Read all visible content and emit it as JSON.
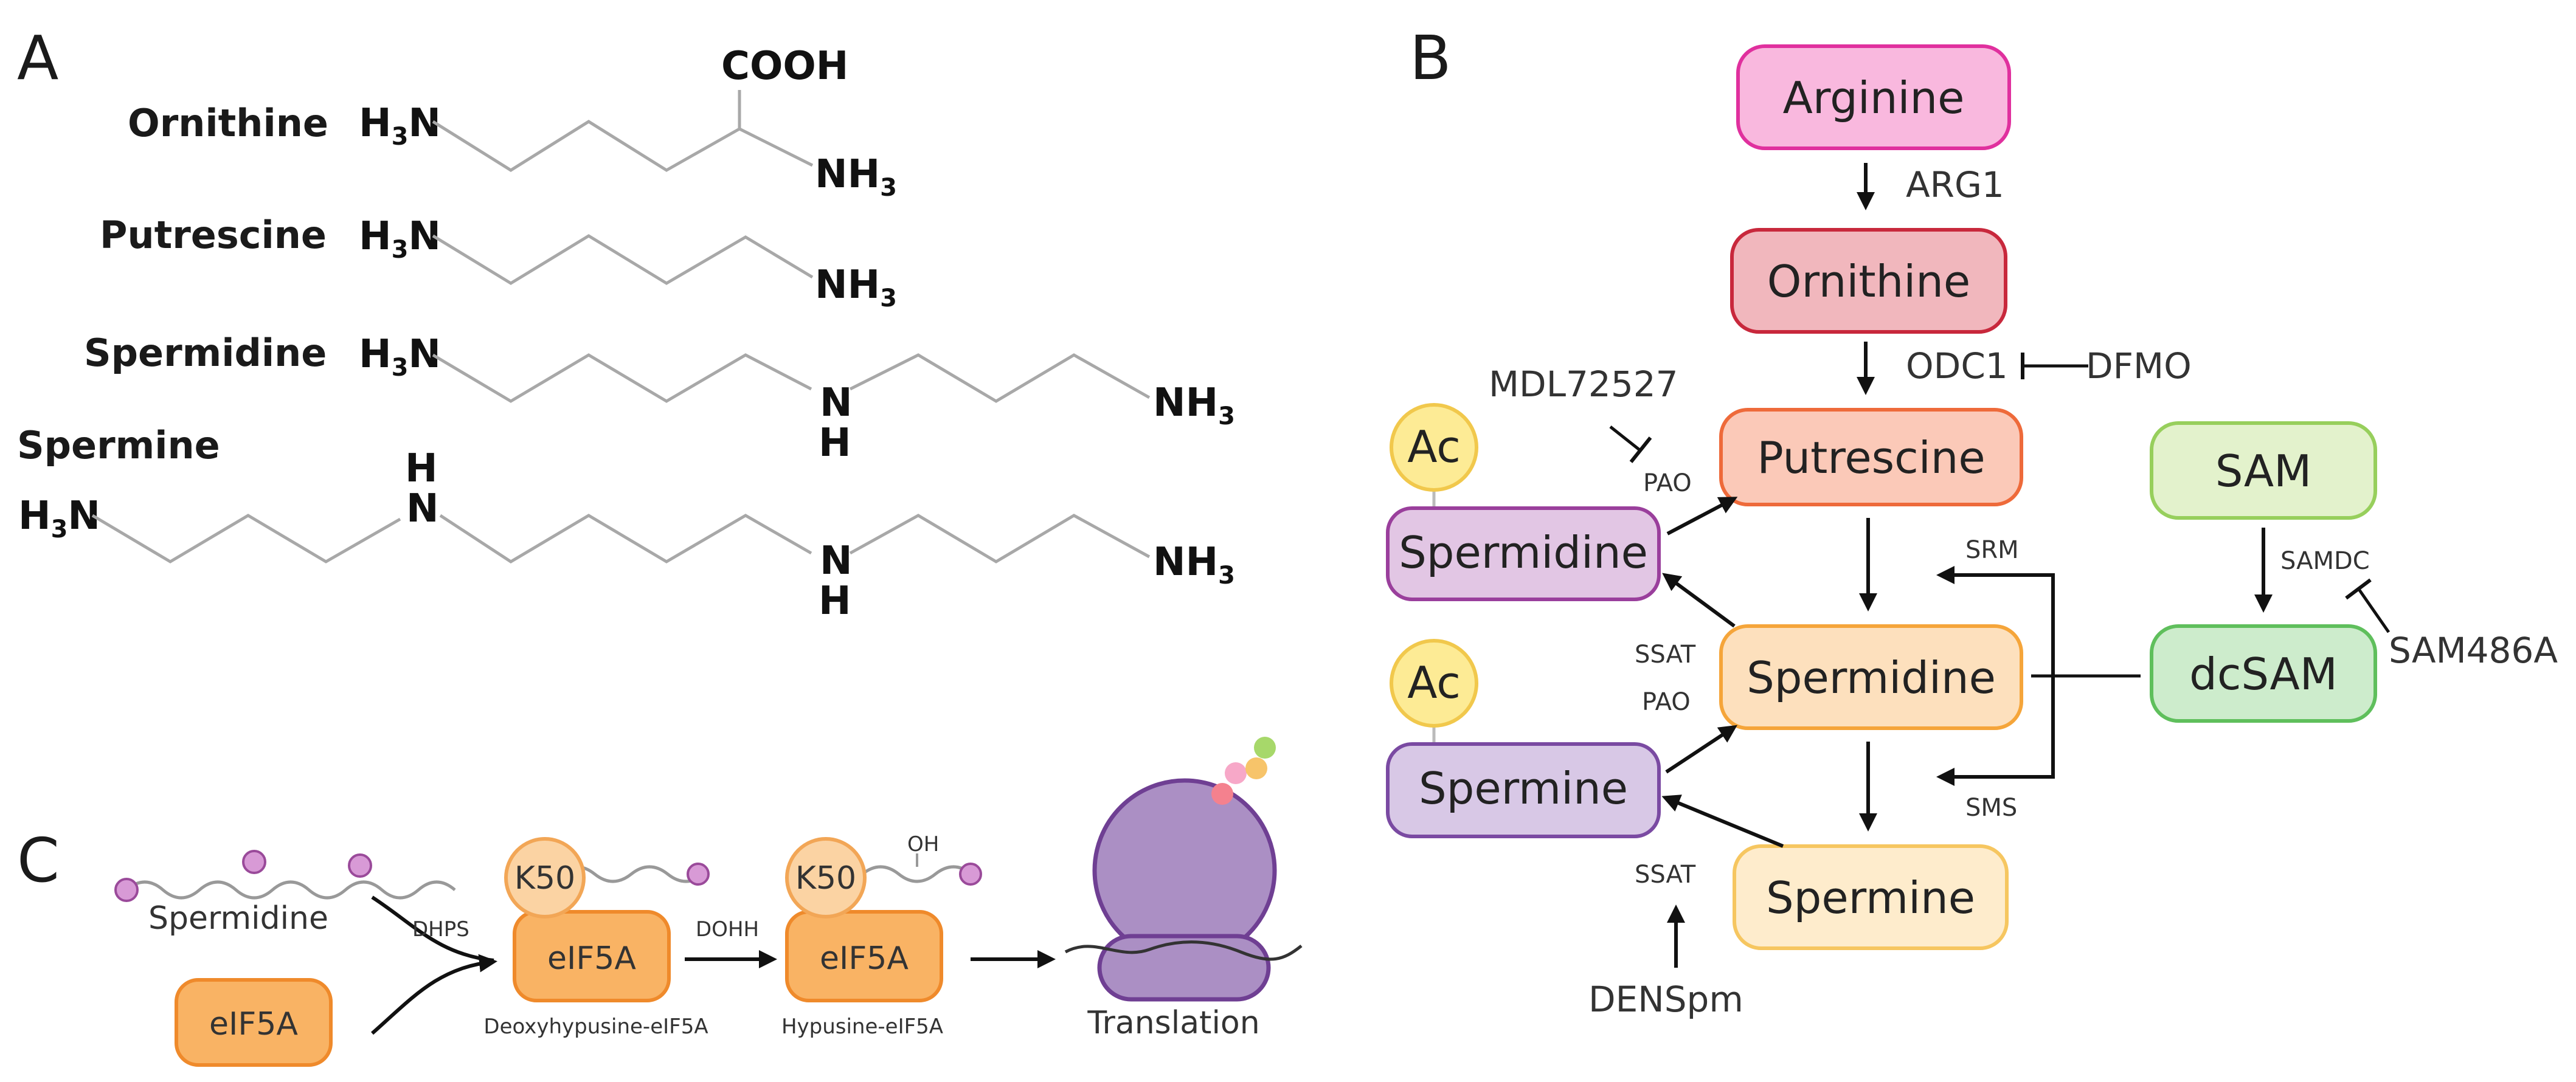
{
  "panel_labels": {
    "a": "A",
    "b": "B",
    "c": "C"
  },
  "panel_a": {
    "names": {
      "ornithine": "Ornithine",
      "putrescine": "Putrescine",
      "spermidine": "Spermidine",
      "spermine": "Spermine"
    },
    "atoms": {
      "amine_left": "H",
      "amine_right": "NH",
      "sub3": "3",
      "imine_n": "N",
      "imine_h": "H",
      "carboxyl": "COOH"
    }
  },
  "panel_b": {
    "nodes": {
      "arginine": "Arginine",
      "ornithine": "Ornithine",
      "putrescine": "Putrescine",
      "spermidine": "Spermidine",
      "spermine": "Spermine",
      "sam": "SAM",
      "dcsam": "dcSAM",
      "ac_spermidine": "Spermidine",
      "ac_spermine": "Spermine",
      "ac": "Ac"
    },
    "enzymes": {
      "arg1": "ARG1",
      "odc1": "ODC1",
      "dfmo": "DFMO",
      "mdl": "MDL72527",
      "pao": "PAO",
      "ssat": "SSAT",
      "srm": "SRM",
      "sms": "SMS",
      "samdc": "SAMDC",
      "sam486a": "SAM486A",
      "denspm": "DENSpm"
    },
    "colors": {
      "arginine_fill": "#f9b8de",
      "arginine_stroke": "#e0309e",
      "ornithine_fill": "#f1b7bd",
      "ornithine_stroke": "#c8283c",
      "putrescine_fill": "#fbc9b8",
      "putrescine_stroke": "#ee6a3a",
      "spermidine_fill": "#fde0bd",
      "spermidine_stroke": "#f5a53a",
      "spermine_fill": "#feeccc",
      "spermine_stroke": "#f6c660",
      "sam_fill": "#e3f2cc",
      "sam_stroke": "#97cf5c",
      "dcsam_fill": "#cdeccc",
      "dcsam_stroke": "#5fbf5c",
      "ac_spd_fill": "#e2c6e4",
      "ac_spd_stroke": "#9a3f9c",
      "ac_spm_fill": "#d8c8e6",
      "ac_spm_stroke": "#7a4aa2",
      "ac_fill": "#fdeb95",
      "ac_stroke": "#f1c84c"
    }
  },
  "panel_c": {
    "spermidine": "Spermidine",
    "eif5a": "eIF5A",
    "k50": "K50",
    "dhps": "DHPS",
    "dohh": "DOHH",
    "oh": "OH",
    "deoxy_caption": "Deoxyhypusine-eIF5A",
    "hypusine_caption": "Hypusine-eIF5A",
    "translation": "Translation",
    "colors": {
      "eif_fill": "#f9b364",
      "eif_stroke": "#ef8a2b",
      "k50_fill": "#fbd3a3",
      "k50_stroke": "#f2a656",
      "ribo_fill": "#ab8fc4",
      "ribo_stroke": "#6f3f93",
      "bead_fill": "#d89ad6",
      "bead_stroke": "#9a4a9a",
      "aa1": "#f4818e",
      "aa2": "#f7a8c8",
      "aa3": "#f7c46a",
      "aa4": "#a7d86a"
    }
  }
}
